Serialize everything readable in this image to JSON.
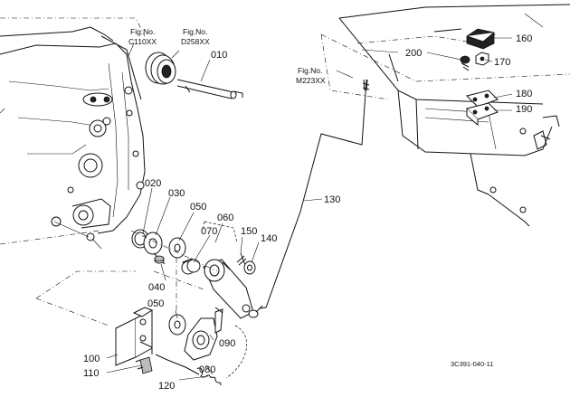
{
  "diagram_code": "3C391-040-11",
  "figure_references": [
    {
      "caption": "Fig.No.",
      "number": "C110XX"
    },
    {
      "caption": "Fig.No.",
      "number": "D258XX"
    },
    {
      "caption": "Fig.No.",
      "number": "M223XX"
    }
  ],
  "part_labels": {
    "p010": "010",
    "p020": "020",
    "p030": "030",
    "p040": "040",
    "p050a": "050",
    "p050b": "050",
    "p060": "060",
    "p070": "070",
    "p080": "080",
    "p090": "090",
    "p100": "100",
    "p110": "110",
    "p120": "120",
    "p130": "130",
    "p140": "140",
    "p150": "150",
    "p160": "160",
    "p170": "170",
    "p180": "180",
    "p190": "190",
    "p200": "200"
  }
}
